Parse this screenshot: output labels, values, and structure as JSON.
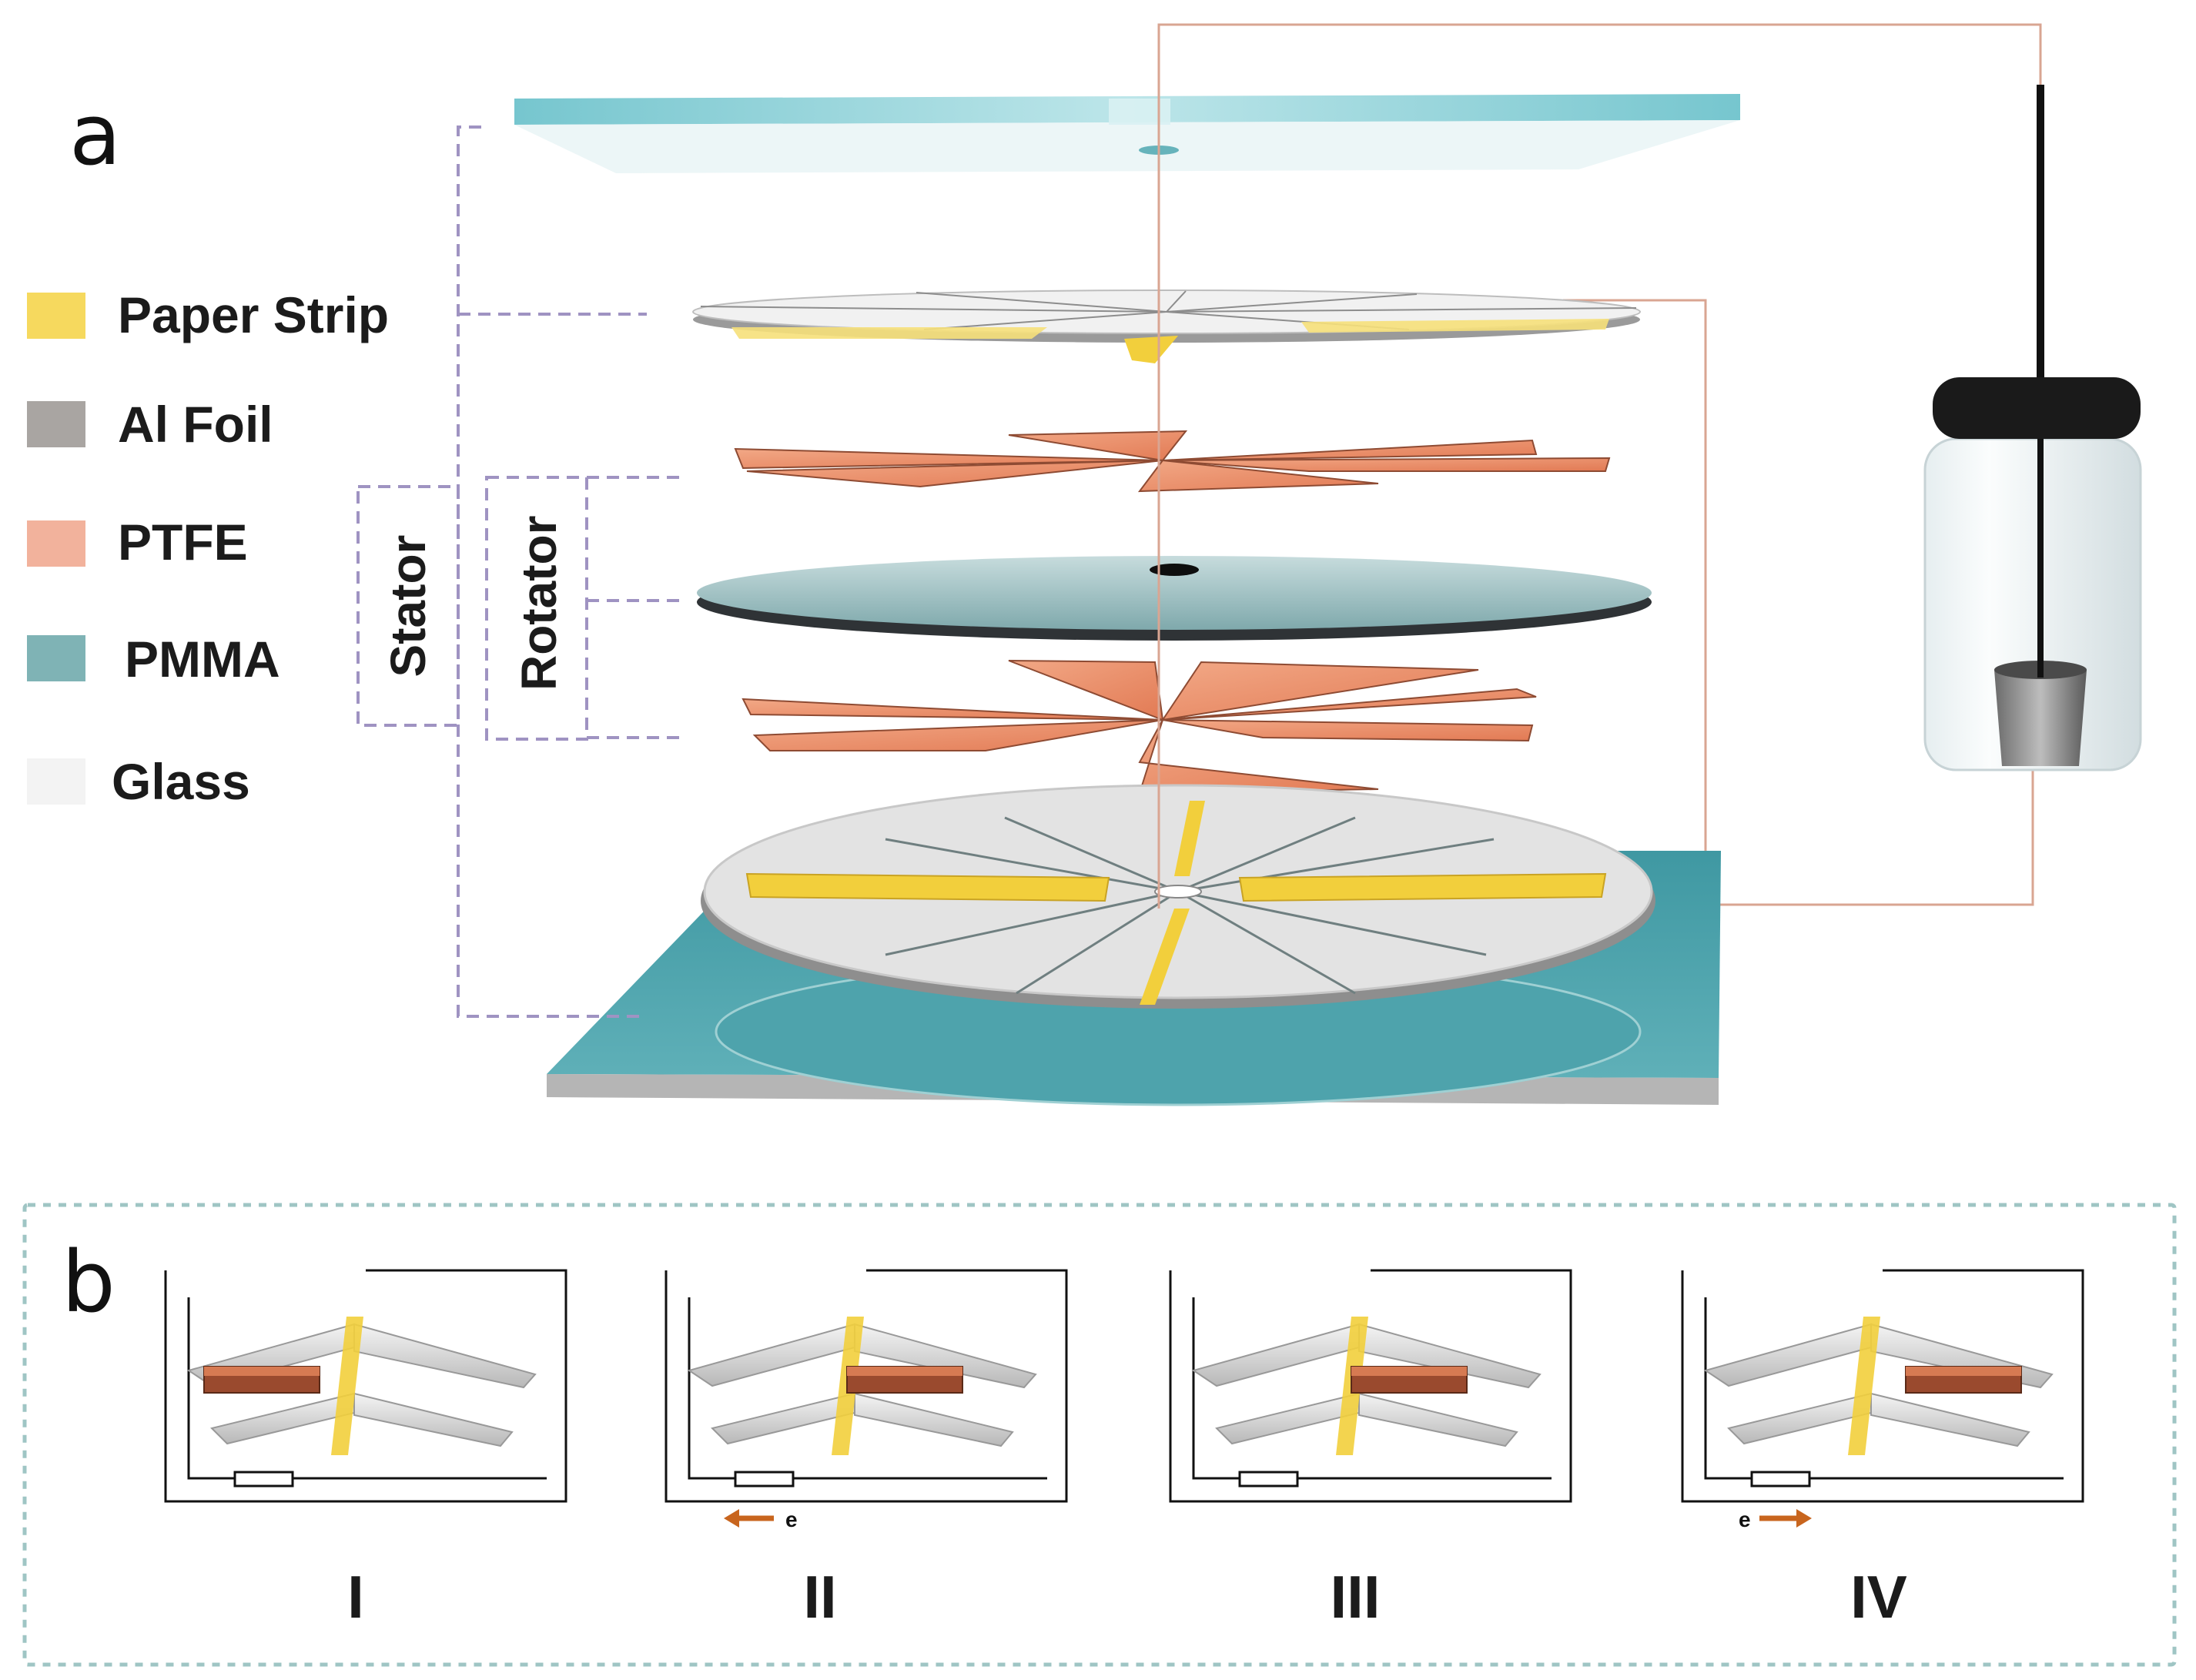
{
  "panel_a": {
    "letter": "a",
    "legend": [
      {
        "label": "Paper Strip",
        "color": "#f6d95e"
      },
      {
        "label": "Al Foil",
        "color": "#a9a5a2"
      },
      {
        "label": "PTFE",
        "color": "#f2b29c"
      },
      {
        "label": "PMMA",
        "color": "#7fb3b5"
      },
      {
        "label": "Glass",
        "color": "#f3f3f3"
      }
    ],
    "group_labels": {
      "stator": "Stator",
      "rotator": "Rotator"
    }
  },
  "panel_b": {
    "letter": "b",
    "stages": [
      {
        "label": "I",
        "electron": ""
      },
      {
        "label": "II",
        "electron": "e"
      },
      {
        "label": "III",
        "electron": ""
      },
      {
        "label": "IV",
        "electron": "e"
      }
    ]
  },
  "colors": {
    "glass": "#d9ecee",
    "pmma": "#5f9ea3",
    "ptfe": "#e98a66",
    "paper": "#f2cf3c",
    "foil": "#bdbdbd",
    "dashed_frame": "#9f93c2",
    "panel_b_border": "#9fc5c4",
    "wire": "#d9a592",
    "arrow": "#c8651e"
  }
}
